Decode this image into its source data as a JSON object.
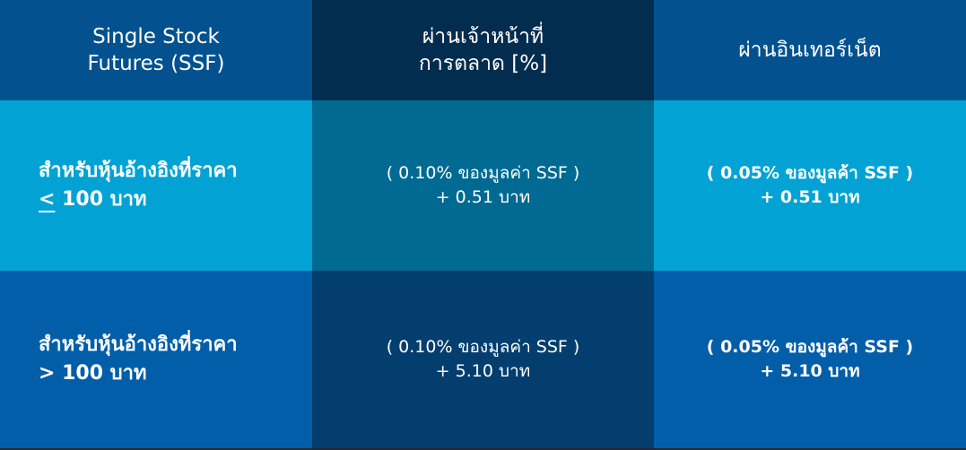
{
  "header": {
    "col1": {
      "line1": "Single Stock",
      "line2": "Futures  (SSF)"
    },
    "col2": {
      "line1": "ผ่านเจ้าหน้าที่",
      "line2": "การตลาด [%]"
    },
    "col3": {
      "line1": "ผ่านอินเทอร์เน็ต"
    }
  },
  "rows": [
    {
      "label_line1": "สำหรับหุ้นอ้างอิงที่ราคา",
      "label_symbol": "<",
      "label_rest": " 100 บาท",
      "mid_line1": "( 0.10% ของมูลค่า SSF )",
      "mid_line2": "+ 0.51 บาท",
      "right_line1": "( 0.05% ของมูลค้า SSF )",
      "right_line2": "+ 0.51 บาท"
    },
    {
      "label_line1": "สำหรับหุ้นอ้างอิงที่ราคา",
      "label_symbol": ">",
      "label_rest": " 100 บาท",
      "mid_line1": "( 0.10% ของมูลค่า SSF )",
      "mid_line2": "+ 5.10 บาท",
      "right_line1": "( 0.05% ของมูลค้า SSF )",
      "right_line2": "+ 5.10 บาท"
    }
  ],
  "colors": {
    "header_side": "#03528f",
    "header_mid": "#032d4f",
    "row1_side": "#02a3d4",
    "row1_mid": "#016a92",
    "row2_side": "#025ea8",
    "row2_mid": "#033e6e"
  }
}
